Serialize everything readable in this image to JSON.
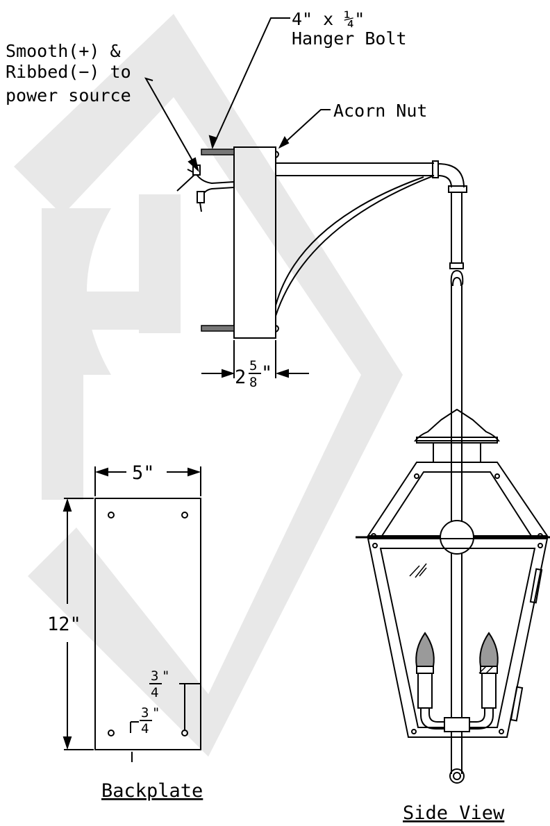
{
  "labels": {
    "bolt_line1": "4\" x ¼\"",
    "bolt_line2": "Hanger Bolt",
    "wire_line1": "Smooth(+) &",
    "wire_line2": "Ribbed(−) to",
    "wire_line3": "power source",
    "acorn_nut": "Acorn Nut"
  },
  "dimensions": {
    "depth_whole": "2",
    "depth_num": "5",
    "depth_den": "8",
    "depth_unit": "\"",
    "width": "5\"",
    "height": "12\"",
    "hole_v_num": "3",
    "hole_v_den": "4",
    "hole_v_unit": "\"",
    "hole_h_num": "3",
    "hole_h_den": "4",
    "hole_h_unit": "\""
  },
  "titles": {
    "backplate": "Backplate",
    "side_view": "Side View"
  },
  "colors": {
    "line": "#000000",
    "watermark": "#e6e6e6",
    "bulb_fill": "#9a9a9a"
  }
}
